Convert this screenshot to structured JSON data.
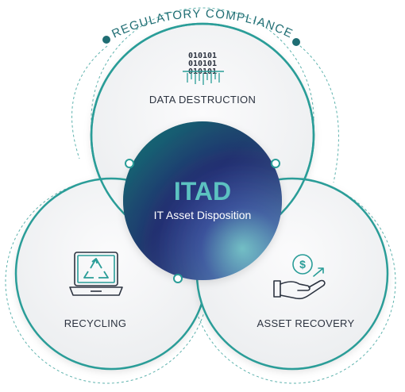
{
  "banner": {
    "arc_label": "REGULATORY COMPLIANCE"
  },
  "center": {
    "title": "ITAD",
    "subtitle": "IT Asset Disposition"
  },
  "circles": {
    "top": {
      "label": "DATA DESTRUCTION",
      "icon": "binary-shredder-icon"
    },
    "left": {
      "label": "RECYCLING",
      "icon": "laptop-recycle-icon"
    },
    "right": {
      "label": "ASSET RECOVERY",
      "icon": "hand-dollar-icon"
    }
  },
  "binary_rows": [
    "010101",
    "010101",
    "010101"
  ],
  "colors": {
    "teal": "#2a9d98",
    "teal_dark": "#1f6d73",
    "navy": "#232a74",
    "circle_fill": "#f4f5f6"
  }
}
